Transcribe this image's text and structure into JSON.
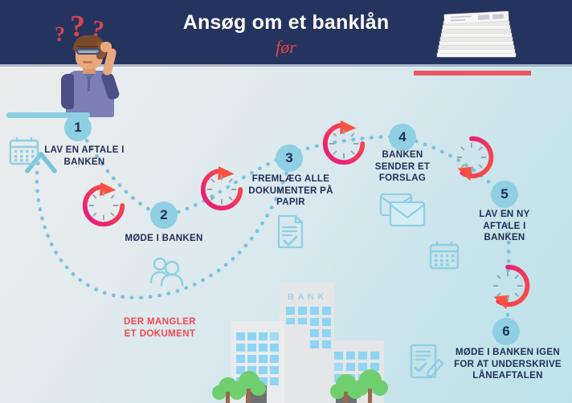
{
  "header": {
    "title": "Ansøg om et banklån",
    "subtitle": "før",
    "bg_color": "#25335f",
    "title_color": "#ffffff",
    "subtitle_color": "#e8404a"
  },
  "illustration": {
    "man_name": "confused-man",
    "question_marks": [
      "?",
      "?",
      "?"
    ],
    "paper_stack_name": "paper-stack"
  },
  "theme": {
    "accent_blue": "#8ecfe3",
    "navy": "#1f2c55",
    "alert_red": "#f8474f",
    "clock_pink": "#e5187f",
    "clock_red": "#f8474f",
    "bg_start": "#ececec",
    "bg_end": "#bde3ea"
  },
  "steps": [
    {
      "number": "1",
      "label": "LAV EN AFTALE I\nBANKEN",
      "icon": "calendar-icon"
    },
    {
      "number": "2",
      "label": "MØDE I BANKEN",
      "icon": "people-meeting-icon"
    },
    {
      "number": "3",
      "label": "FREMLÆG ALLE\nDOKUMENTER PÅ\nPAPIR",
      "icon": "document-check-icon"
    },
    {
      "number": "4",
      "label": "BANKEN\nSENDER ET\nFORSLAG",
      "icon": "envelopes-icon"
    },
    {
      "number": "5",
      "label": "LAV EN NY\nAFTALE I\nBANKEN",
      "icon": "calendar-icon"
    },
    {
      "number": "6",
      "label": "MØDE I BANKEN IGEN\nFOR AT UNDERSKRIVE\nLÅNEAFTALEN",
      "icon": "document-signature-icon"
    }
  ],
  "alert": {
    "text": "DER MANGLER\nET DOKUMENT",
    "color": "#f8474f"
  },
  "bank": {
    "sign": "BANK"
  },
  "clocks": {
    "count": 5,
    "name": "waiting-clock-icon"
  }
}
